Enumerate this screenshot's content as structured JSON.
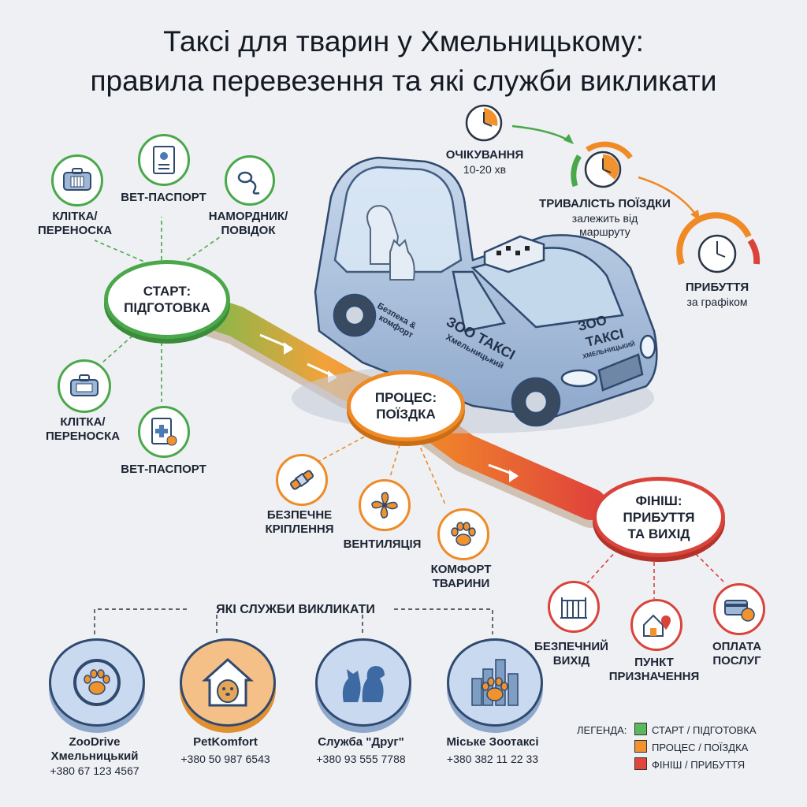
{
  "title": {
    "line1": "Таксі для тварин у Хмельницькому:",
    "line2": "правила перевезення та які служби викликати"
  },
  "timeline": {
    "waiting": {
      "label": "Очікування",
      "sub": "10-20 хв"
    },
    "duration": {
      "label": "Тривалість поїздки",
      "sub1": "залежить від",
      "sub2": "маршруту"
    },
    "arrival": {
      "label": "Прибуття",
      "sub": "за графіком"
    }
  },
  "stages": {
    "start": {
      "line1": "Старт:",
      "line2": "підготовка"
    },
    "process": {
      "line1": "Процес:",
      "line2": "поїздка"
    },
    "finish": {
      "line1": "Фініш:",
      "line2": "прибуття",
      "line3": "та вихід"
    }
  },
  "start_items": [
    {
      "l1": "Клітка/",
      "l2": "переноска",
      "icon": "carrier-icon"
    },
    {
      "l1": "Вет-паспорт",
      "l2": "",
      "icon": "passport-icon"
    },
    {
      "l1": "Намордник/",
      "l2": "повідок",
      "icon": "muzzle-leash-icon"
    },
    {
      "l1": "Клітка/",
      "l2": "переноска",
      "icon": "carrier-icon"
    },
    {
      "l1": "Вет-паспорт",
      "l2": "",
      "icon": "vet-passport-icon"
    }
  ],
  "process_items": [
    {
      "l1": "Безпечне",
      "l2": "кріплення",
      "icon": "seatbelt-icon"
    },
    {
      "l1": "Вентиляція",
      "l2": "",
      "icon": "fan-icon"
    },
    {
      "l1": "Комфорт",
      "l2": "тварини",
      "icon": "paw-icon"
    }
  ],
  "finish_items": [
    {
      "l1": "Безпечний",
      "l2": "вихід",
      "icon": "gate-icon"
    },
    {
      "l1": "Пункт",
      "l2": "призначення",
      "icon": "home-location-icon"
    },
    {
      "l1": "Оплата",
      "l2": "послуг",
      "icon": "payment-icon"
    }
  ],
  "car": {
    "side_text1": "Безпека &",
    "side_text2": "комфорт",
    "brand1": "ЗОО ТАКСІ",
    "brand2": "Хмельницький",
    "hood1": "ЗОО",
    "hood2": "ТАКСІ",
    "hood3": "ХМЕЛЬНИЦЬКИЙ"
  },
  "services_heading": "Які служби викликати",
  "services": [
    {
      "name1": "ZooDrive",
      "name2": "Хмельницький",
      "phone": "+380 67 123 4567",
      "icon": "paw-steering-wheel-icon"
    },
    {
      "name1": "PetKomfort",
      "name2": "",
      "phone": "+380 50 987 6543",
      "icon": "dog-house-icon"
    },
    {
      "name1": "Служба \"Друг\"",
      "name2": "",
      "phone": "+380 93 555 7788",
      "icon": "dog-cat-silhouette-icon"
    },
    {
      "name1": "Міське Зоотаксі",
      "name2": "",
      "phone": "+380 382 11 22 33",
      "icon": "city-paw-icon"
    }
  ],
  "legend": {
    "label": "Легенда:",
    "items": [
      {
        "text": "Старт / підготовка",
        "color": "#5cb85c"
      },
      {
        "text": "Процес / поїздка",
        "color": "#f0922e"
      },
      {
        "text": "Фініш / прибуття",
        "color": "#e2453b"
      }
    ]
  },
  "colors": {
    "green": "#4aa84a",
    "orange": "#ef8a25",
    "red": "#d9433a",
    "blue": "#4a7bb5"
  }
}
